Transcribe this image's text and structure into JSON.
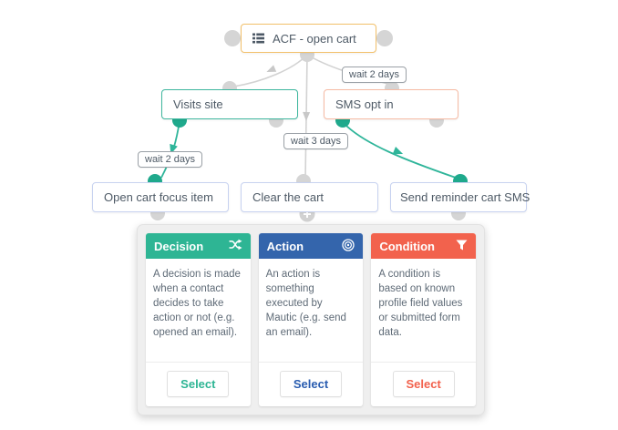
{
  "canvas": {
    "nodes": {
      "source": {
        "label": "ACF - open cart",
        "icon": "list-icon"
      },
      "visits_site": {
        "label": "Visits site"
      },
      "sms_opt_in": {
        "label": "SMS opt in"
      },
      "open_cart_focus_item": {
        "label": "Open cart focus item"
      },
      "clear_the_cart": {
        "label": "Clear the cart"
      },
      "send_reminder_cart_sms": {
        "label": "Send reminder cart SMS"
      }
    },
    "wait_labels": {
      "top_right": "wait 2 days",
      "middle": "wait 3 days",
      "left": "wait 2 days"
    }
  },
  "modal": {
    "cards": [
      {
        "title": "Decision",
        "icon": "shuffle-icon",
        "color": "#2eb594",
        "description": "A decision is made when a contact decides to take action or not (e.g. opened an email).",
        "button_label": "Select"
      },
      {
        "title": "Action",
        "icon": "bullseye-icon",
        "color": "#3465ac",
        "description": "An action is something executed by Mautic (e.g. send an email).",
        "button_label": "Select"
      },
      {
        "title": "Condition",
        "icon": "filter-icon",
        "color": "#f2624d",
        "description": "A condition is based on known profile field values or submitted form data.",
        "button_label": "Select"
      }
    ]
  },
  "colors": {
    "source_border": "#f2c06a",
    "decision_border": "#3eb69e",
    "condition_border": "#f6bba4",
    "action_border": "#c7d2f0",
    "connector_gray": "#d2d2d2",
    "connector_teal": "#2fb59a",
    "anchor_gray": "#d5d5d5",
    "anchor_teal": "#1fa98c"
  }
}
